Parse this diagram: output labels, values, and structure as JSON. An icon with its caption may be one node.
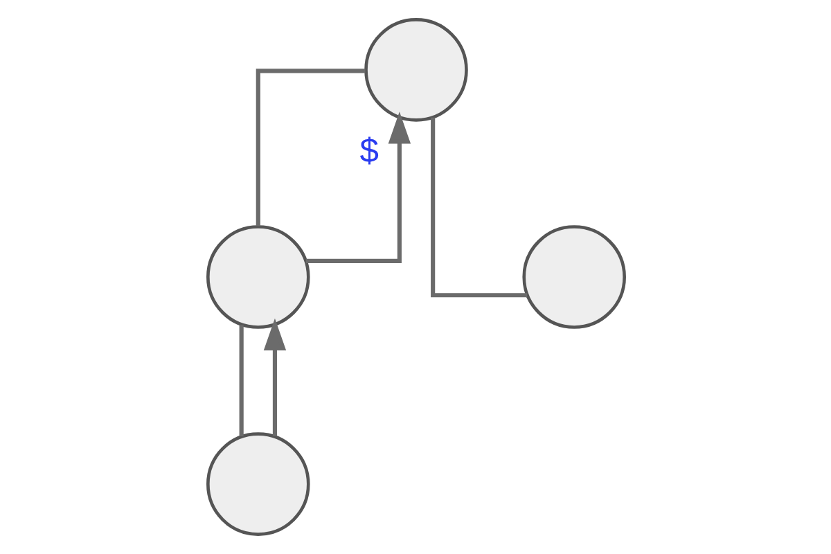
{
  "diagram": {
    "nodes": [
      {
        "text": [],
        "shape": "person"
      },
      {
        "text": [],
        "shape": "person"
      },
      {
        "text": [],
        "shape": "person"
      },
      {
        "text": [],
        "shape": "person"
      }
    ],
    "edges": [
      {
        "from": 0,
        "to": 1,
        "arrow": "none"
      },
      {
        "from": 0,
        "to": 2,
        "arrow": "none"
      },
      {
        "from": 1,
        "to": 3,
        "arrow": "none"
      },
      {
        "from": 1,
        "to": 0,
        "arrow": "to",
        "label": "$"
      },
      {
        "from": 3,
        "to": 1,
        "arrow": "to"
      }
    ]
  }
}
